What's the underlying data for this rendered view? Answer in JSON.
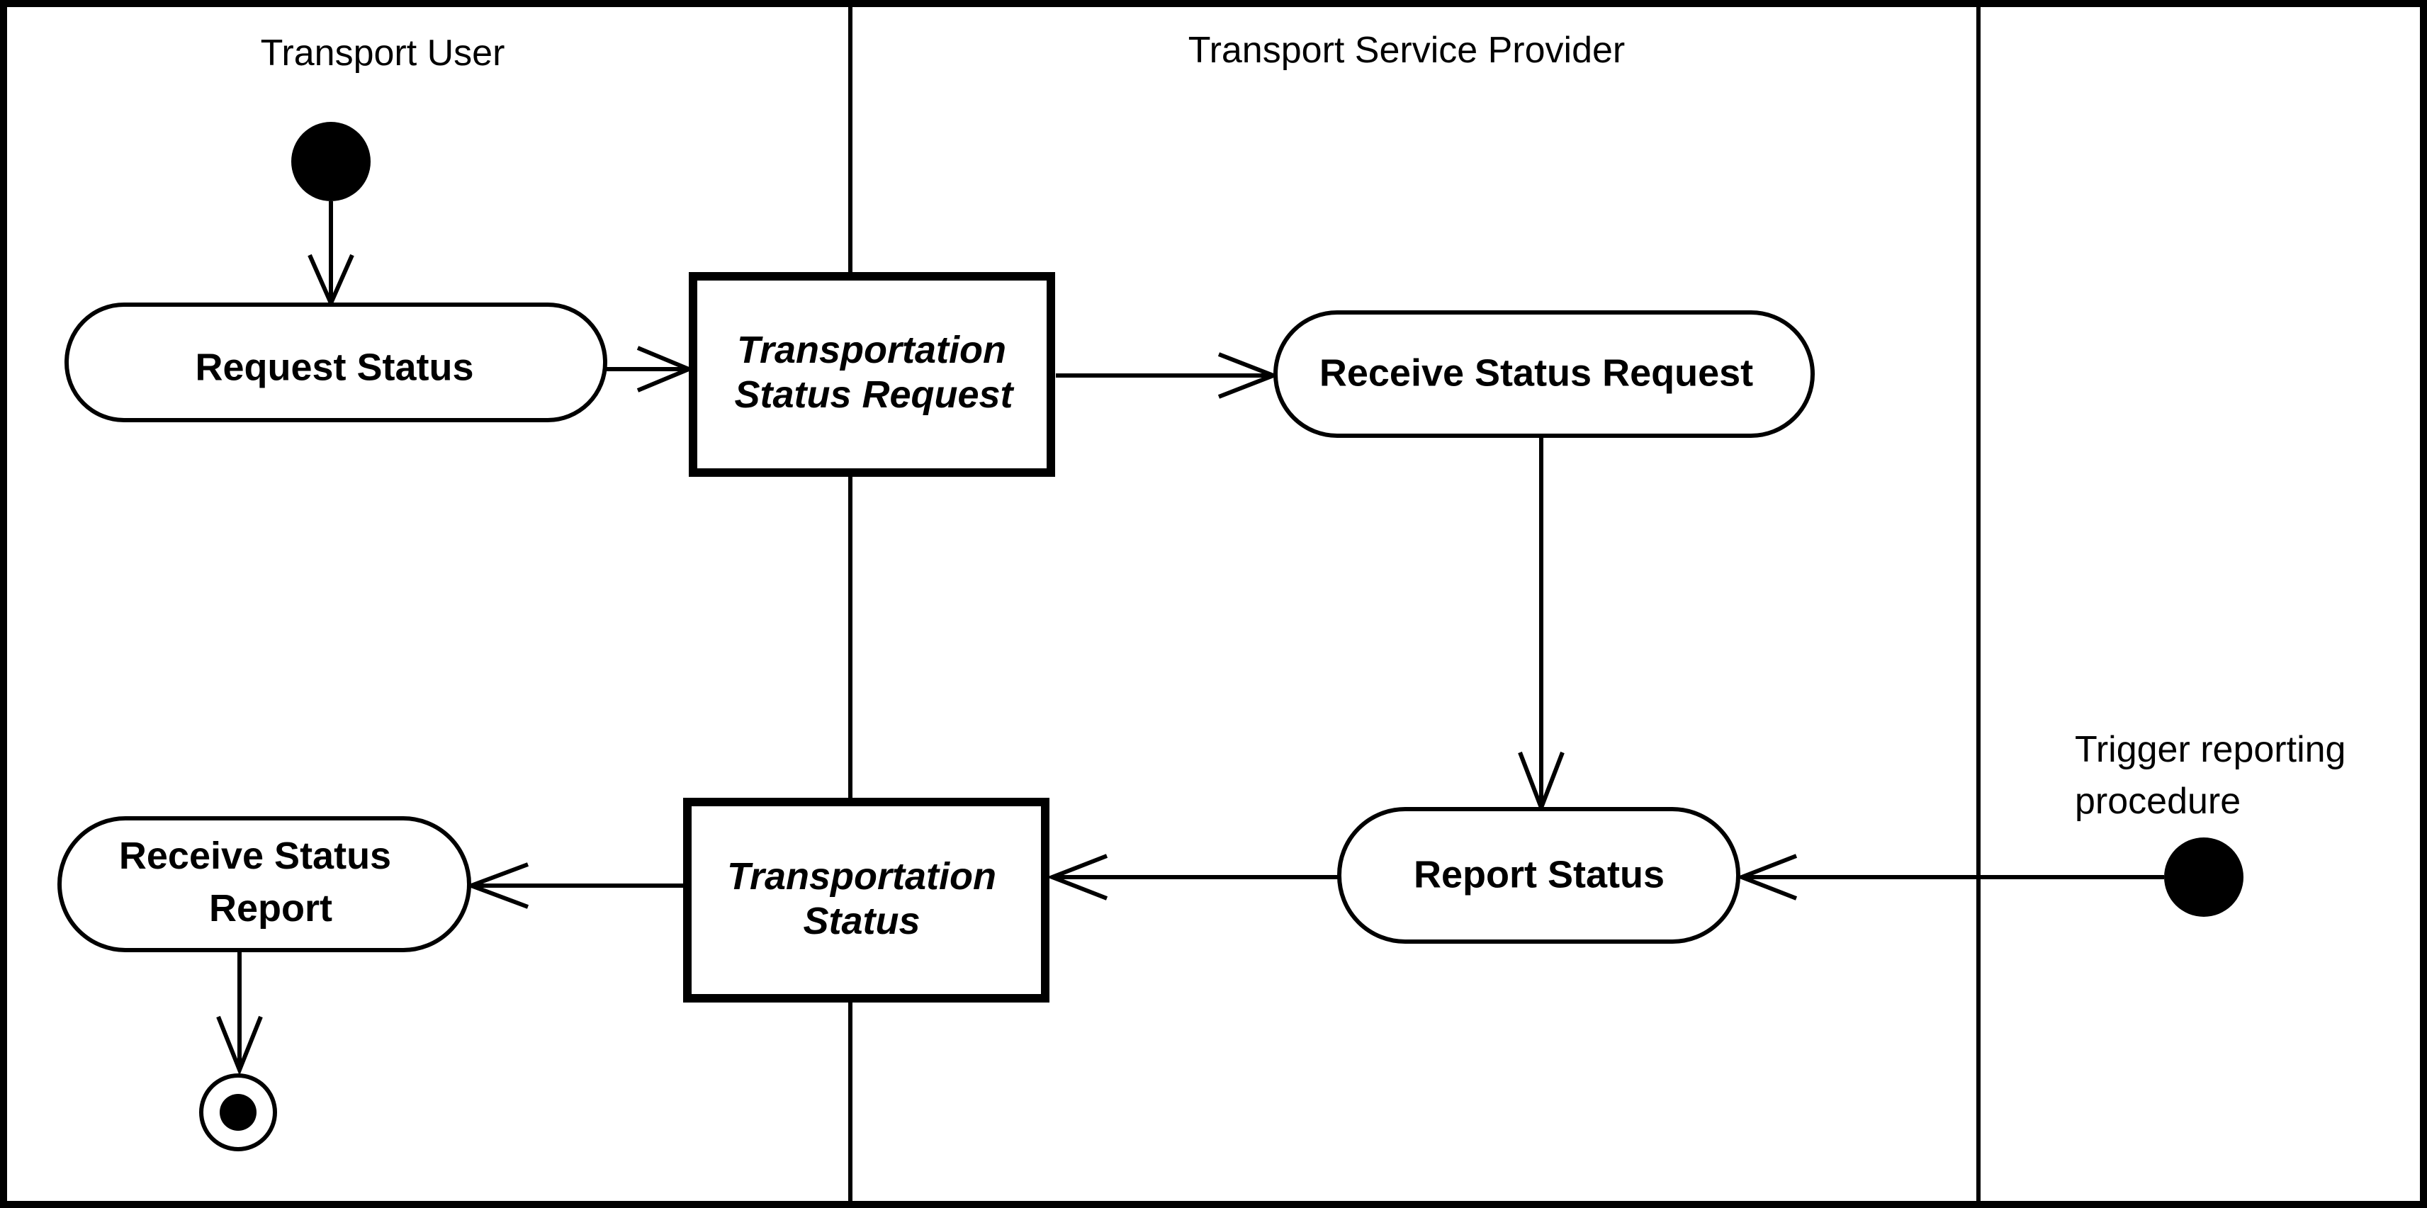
{
  "lanes": {
    "left": "Transport User",
    "middle": "Transport Service Provider",
    "right": ""
  },
  "actions": {
    "request_status": "Request Status",
    "receive_status_request": "Receive Status Request",
    "report_status": "Report Status",
    "receive_status_report_line1": "Receive Status",
    "receive_status_report_line2": "Report"
  },
  "objects": {
    "transportation_status_request_line1": "Transportation",
    "transportation_status_request_line2": "Status Request",
    "transportation_status_line1": "Transportation",
    "transportation_status_line2": "Status"
  },
  "trigger": {
    "line1": "Trigger reporting",
    "line2": "procedure"
  }
}
